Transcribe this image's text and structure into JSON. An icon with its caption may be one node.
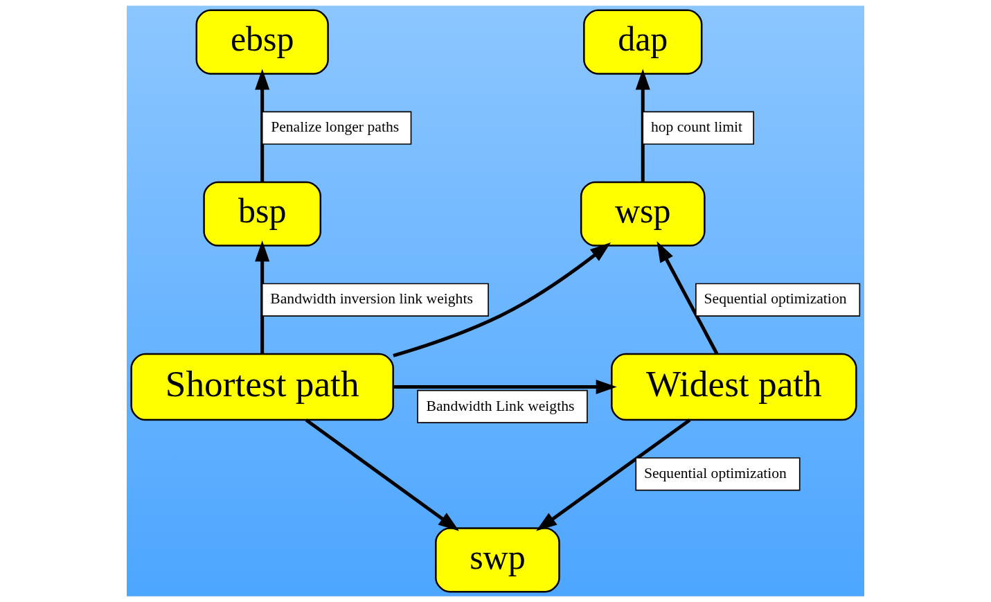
{
  "diagram": {
    "nodes": [
      {
        "text": [
          "dap"
        ]
      },
      {
        "text": [
          "ebsp"
        ]
      },
      {
        "text": [
          "wsp"
        ]
      },
      {
        "text": [
          "bsp"
        ]
      },
      {
        "text": [
          "Widest path"
        ]
      },
      {
        "text": [
          "Shortest path"
        ]
      },
      {
        "text": [
          "swp"
        ]
      }
    ],
    "edges": [
      {
        "from": 2,
        "to": 0,
        "arrow": "to",
        "label": "hop count limit"
      },
      {
        "from": 3,
        "to": 1,
        "arrow": "to",
        "label": "Penalize longer paths"
      },
      {
        "from": 4,
        "to": 2,
        "arrow": "to",
        "label": "Sequential optimization"
      },
      {
        "from": 5,
        "to": 2,
        "arrow": "to"
      },
      {
        "from": 5,
        "to": 4,
        "arrow": "to",
        "label": "Bandwidth Link weigths"
      },
      {
        "from": 5,
        "to": 3,
        "arrow": "to",
        "label": "Bandwidth inversion link weights"
      },
      {
        "from": 4,
        "to": 6,
        "arrow": "to",
        "label": "Sequential optimization"
      },
      {
        "from": 5,
        "to": 6,
        "arrow": "to"
      }
    ]
  }
}
